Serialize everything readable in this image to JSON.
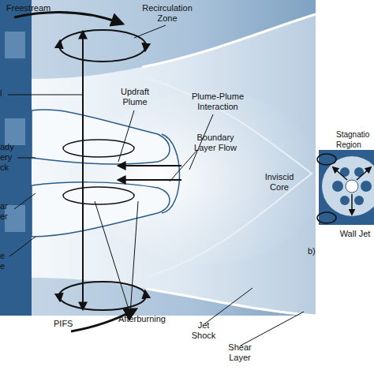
{
  "diagram": {
    "labels": [
      "Freestream",
      "Recirculation Zone",
      "l",
      "Updraft Plume",
      "Plume-Plume Interaction",
      "ady ery ck",
      "Inviscid Core",
      "Boundary Layer Flow",
      "Stagnatio Region",
      "ar er",
      "e e",
      "Wall Jet",
      "b)",
      "Afterburning",
      "PIFS",
      "Jet Shock",
      "Shear Layer"
    ]
  }
}
